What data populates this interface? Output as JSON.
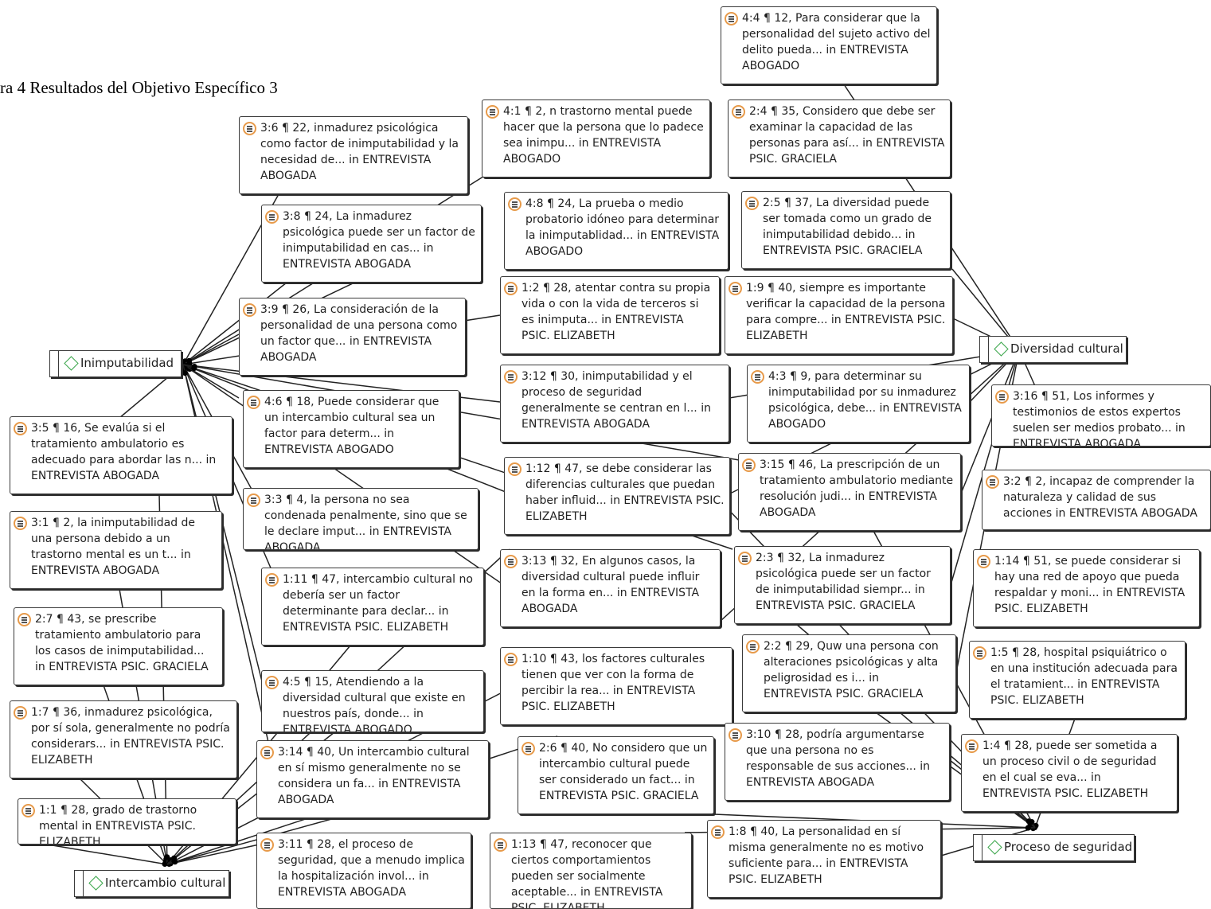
{
  "caption": "ra 4 Resultados del Objetivo Específico 3",
  "colors": {
    "quote_icon": "#e79a4a",
    "code_icon": "#3aa64a",
    "border": "#3a3a3a",
    "link": "#222222"
  },
  "codes": {
    "inimputabilidad": "Inimputabilidad",
    "diversidad": "Diversidad cultural",
    "intercambio": "Intercambio cultural",
    "proceso": "Proceso de seguridad"
  },
  "quotes": {
    "q44": "4:4 ¶ 12, Para considerar que la personalidad del sujeto activo del delito pueda... in ENTREVISTA ABOGADO",
    "q41": "4:1 ¶ 2, n trastorno mental puede hacer que la persona que lo padece sea inimpu... in ENTREVISTA ABOGADO",
    "q24": "2:4 ¶ 35, Considero que debe ser examinar la capacidad de las personas para así... in ENTREVISTA PSIC. GRACIELA",
    "q36": "3:6 ¶ 22, inmadurez psicológica como factor de inimputabilidad y la necesidad de... in ENTREVISTA ABOGADA",
    "q48": "4:8 ¶ 24, La prueba o medio probatorio idóneo para determinar la inimputablidad... in ENTREVISTA ABOGADO",
    "q25": "2:5 ¶ 37, La diversidad puede ser tomada como un grado de inimputabilidad debido... in ENTREVISTA PSIC. GRACIELA",
    "q38": "3:8 ¶ 24, La inmadurez psicológica puede ser un factor de inimputabilidad en cas... in ENTREVISTA ABOGADA",
    "q12": "1:2 ¶ 28, atentar contra su propia vida o con la vida de terceros si es inimputa... in ENTREVISTA PSIC. ELIZABETH",
    "q19": "1:9 ¶ 40, siempre es importante verificar la capacidad de la persona para compre... in ENTREVISTA PSIC. ELIZABETH",
    "q39": "3:9 ¶ 26, La consideración de la personalidad de una persona como un factor que... in ENTREVISTA ABOGADA",
    "q312": "3:12 ¶ 30, inimputabilidad y el proceso de seguridad generalmente se centran en l... in ENTREVISTA ABOGADA",
    "q43": "4:3 ¶ 9, para determinar su inimputabilidad por su inmadurez psicológica, debe... in ENTREVISTA ABOGADO",
    "q316": "3:16 ¶ 51, Los informes y testimonios de estos expertos suelen ser medios probato... in ENTREVISTA ABOGADA",
    "q46": "4:6 ¶ 18, Puede considerar que un intercambio cultural sea un factor para determ... in ENTREVISTA ABOGADO",
    "q35": "3:5 ¶ 16, Se evalúa si el tratamiento ambulatorio es adecuado para abordar las n... in ENTREVISTA ABOGADA",
    "q112": "1:12 ¶ 47, se debe considerar las diferencias culturales que puedan haber influid... in ENTREVISTA PSIC. ELIZABETH",
    "q315": "3:15 ¶ 46, La prescripción de un tratamiento ambulatorio mediante resolución judi... in ENTREVISTA ABOGADA",
    "q32": "3:2 ¶ 2, incapaz de comprender la naturaleza y calidad de sus acciones in ENTREVISTA ABOGADA",
    "q33": "3:3 ¶ 4, la persona no sea condenada penalmente, sino que se le declare imput... in ENTREVISTA ABOGADA",
    "q31": "3:1 ¶ 2, la inimputabilidad de una persona debido a un trastorno mental es un t... in ENTREVISTA ABOGADA",
    "q313": "3:13 ¶ 32, En algunos casos, la diversidad cultural puede influir en la forma en... in ENTREVISTA ABOGADA",
    "q23": "2:3 ¶ 32, La inmadurez psicológica puede ser un factor de inimputabilidad siempr... in ENTREVISTA PSIC. GRACIELA",
    "q114": "1:14 ¶ 51, se puede considerar si hay una red de apoyo que pueda respaldar y moni... in ENTREVISTA PSIC. ELIZABETH",
    "q111": "1:11 ¶ 47, intercambio cultural no debería ser un factor determinante para declar... in ENTREVISTA PSIC. ELIZABETH",
    "q27": "2:7 ¶ 43, se prescribe tratamiento ambulatorio para los casos de inimputabilidad... in ENTREVISTA PSIC. GRACIELA",
    "q22": "2:2 ¶ 29, Quw una persona con alteraciones psicológicas y alta peligrosidad es i... in ENTREVISTA PSIC. GRACIELA",
    "q15": "1:5 ¶ 28, hospital psiquiátrico o en una institución adecuada para el tratamient... in ENTREVISTA PSIC. ELIZABETH",
    "q110": "1:10 ¶ 43, los factores culturales tienen que ver con la forma de percibir la rea... in ENTREVISTA PSIC. ELIZABETH",
    "q45": "4:5 ¶ 15, Atendiendo a la diversidad cultural que existe en nuestros país, donde... in ENTREVISTA ABOGADO",
    "q17": "1:7 ¶ 36, inmadurez psicológica, por sí sola, generalmente no podría considerars... in ENTREVISTA PSIC. ELIZABETH",
    "q310": "3:10 ¶ 28, podría argumentarse que una persona no es responsable de sus acciones... in ENTREVISTA ABOGADA",
    "q14": "1:4 ¶ 28, puede ser sometida a un proceso civil o de seguridad en el cual se eva... in ENTREVISTA PSIC. ELIZABETH",
    "q314": "3:14 ¶ 40, Un intercambio cultural en sí mismo generalmente no se considera un fa... in ENTREVISTA ABOGADA",
    "q26": "2:6 ¶ 40, No considero que un intercambio cultural puede ser considerado un fact... in ENTREVISTA PSIC. GRACIELA",
    "q11": "1:1 ¶ 28, grado de trastorno mental in ENTREVISTA PSIC. ELIZABETH",
    "q18": "1:8 ¶ 40, La personalidad en sí misma generalmente no es motivo suficiente para... in ENTREVISTA PSIC. ELIZABETH",
    "q311": "3:11 ¶ 28, el proceso de seguridad, que a menudo implica la hospitalización invol... in ENTREVISTA ABOGADA",
    "q113": "1:13 ¶ 47, reconocer que ciertos comportamientos pueden ser socialmente aceptable... in ENTREVISTA PSIC. ELIZABETH"
  }
}
